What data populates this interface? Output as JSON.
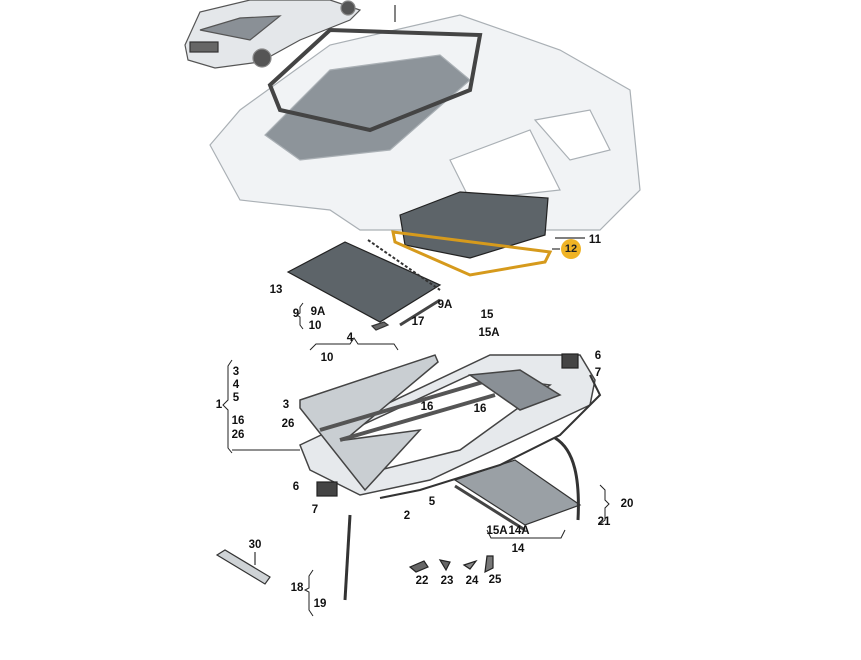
{
  "title": "Sliding/tilting sunroof parts diagram",
  "highlight_color": "#f0b324",
  "labels": {
    "l11": "11",
    "l12": "12",
    "l13": "13",
    "l9a_right": "9A",
    "l9": "9",
    "l9a_left": "9A",
    "l10_top": "10",
    "l17": "17",
    "l15": "15",
    "l15a_top": "15A",
    "l4_top": "4",
    "l10_mid": "10",
    "l6_right": "6",
    "l7_right": "7",
    "l3_group": "3",
    "l4_group": "4",
    "l5_group": "5",
    "l1": "1",
    "l16_group": "16",
    "l26_group": "26",
    "l3": "3",
    "l16_a": "16",
    "l16_b": "16",
    "l26": "26",
    "l6_left": "6",
    "l5": "5",
    "l20": "20",
    "l7_left": "7",
    "l2": "2",
    "l21": "21",
    "l15a_bottom": "15A",
    "l14a": "14A",
    "l14": "14",
    "l30": "30",
    "l22": "22",
    "l23": "23",
    "l24": "24",
    "l25": "25",
    "l18": "18",
    "l19": "19"
  }
}
